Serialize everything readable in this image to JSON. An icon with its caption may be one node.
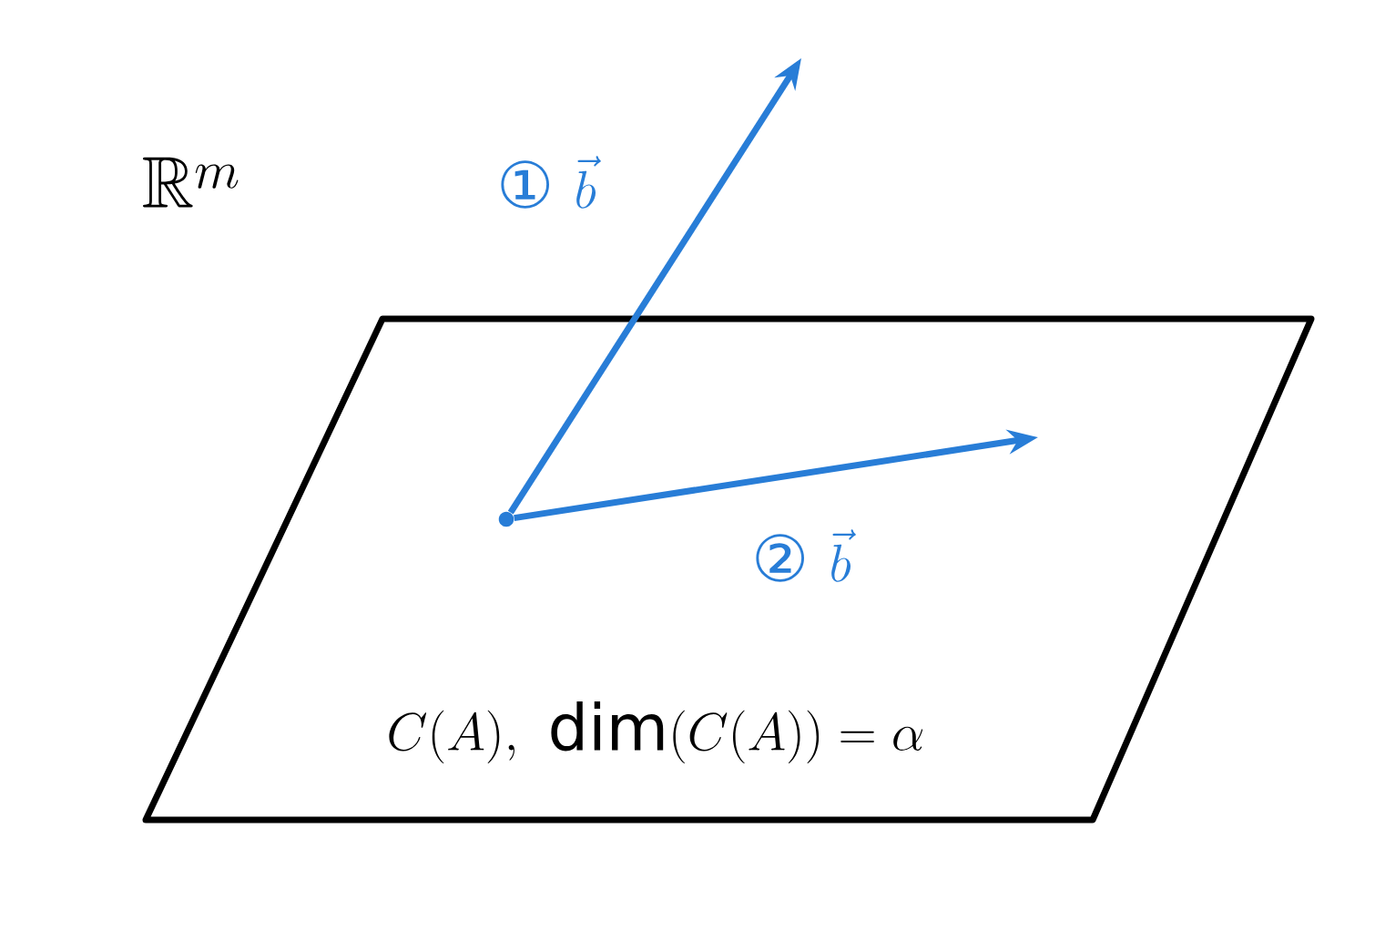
{
  "diagram": {
    "nodes": [
      {
        "text": [
          "C(A),\\ \\dim(C(A)) = \\alpha"
        ]
      },
      {
        "text": [],
        "shape": "circle",
        "in": 0
      }
    ],
    "edges": [
      {
        "from": 1,
        "to": null,
        "arrow": "to",
        "label": "\\text{①}\\ \\vec{b}"
      },
      {
        "from": 1,
        "to": null,
        "arrow": "to",
        "label": "\\text{②}\\ \\vec{b}"
      }
    ],
    "labels": [
      "\\mathbb{R}^m"
    ]
  }
}
